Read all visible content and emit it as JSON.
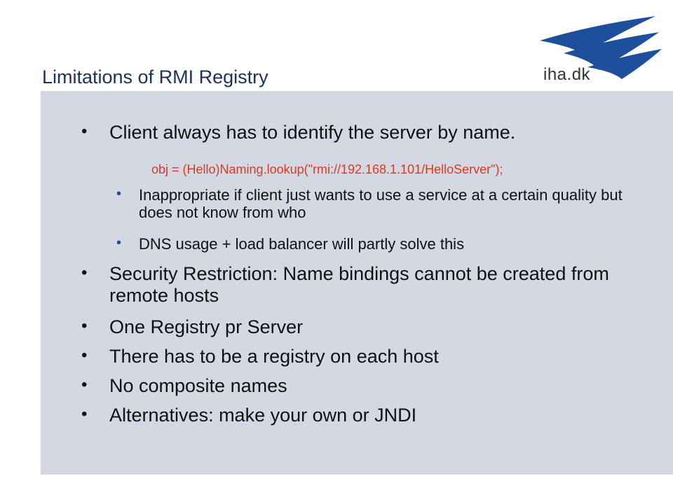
{
  "slide": {
    "title": "Limitations of RMI Registry",
    "logo_text": "iha.dk",
    "bullets": [
      {
        "text": "Client always has to identify the server by name."
      },
      {
        "text": "Security Restriction: Name bindings cannot be created from remote hosts"
      },
      {
        "text": "One Registry pr Server"
      },
      {
        "text": "There has to be a registry on each host"
      },
      {
        "text": "No composite names"
      },
      {
        "text": "Alternatives: make your own or JNDI"
      }
    ],
    "code_line": "obj = (Hello)Naming.lookup(\"rmi://192.168.1.101/HelloServer\");",
    "sub_bullets": [
      {
        "text": "Inappropriate if client just wants to use a service at a certain quality but does not know from who"
      },
      {
        "text": "DNS usage + load balancer will partly solve this"
      }
    ]
  },
  "colors": {
    "panel_background": "#d4d8e3",
    "title": "#1f2f5f",
    "code": "#e0381e",
    "sub_bullet_marker": "#1f4aa0",
    "logo_blue": "#1d4f9c"
  },
  "icons": {
    "logo": "iha-wing-logo",
    "bullet": "bullet-dot"
  }
}
